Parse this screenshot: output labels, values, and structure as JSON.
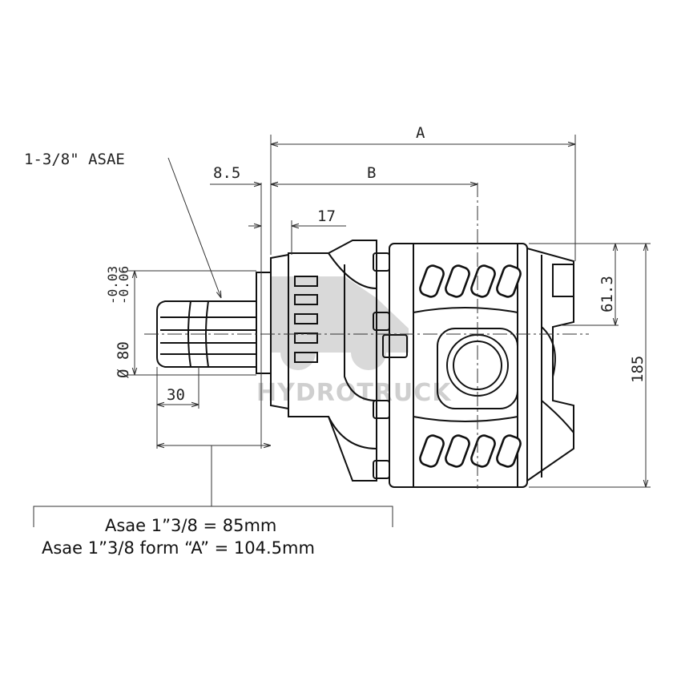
{
  "watermark": {
    "text": "HYDROTRUCK"
  },
  "dimensions": {
    "A": "A",
    "B": "B",
    "d8_5": "8.5",
    "d17": "17",
    "d61_3": "61.3",
    "d185": "185",
    "d30": "30",
    "diameter": "Ø 80",
    "tol_upper": "-0.03",
    "tol_lower": "-0.06",
    "shaft_callout": "1-3/8\" ASAE"
  },
  "notes": {
    "line1": "Asae 1”3/8 = 85mm",
    "line2": "Asae 1”3/8 form “A” = 104.5mm"
  }
}
